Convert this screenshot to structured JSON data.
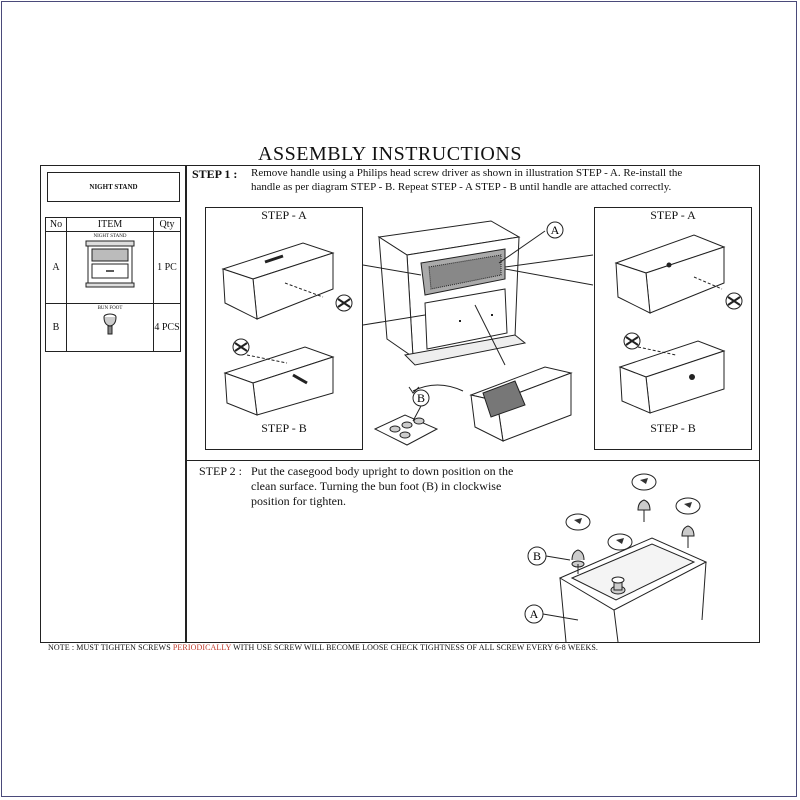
{
  "title": "ASSEMBLY  INSTRUCTIONS",
  "product_name": "NIGHT STAND",
  "parts_table": {
    "headers": [
      "No",
      "ITEM",
      "Qty"
    ],
    "rows": [
      {
        "no": "A",
        "caption": "NIGHT STAND",
        "qty": "1 PC"
      },
      {
        "no": "B",
        "caption": "BUN FOOT",
        "qty": "4 PCS"
      }
    ]
  },
  "step1": {
    "label": "STEP 1 :",
    "line1": "Remove handle using a Philips head  screw driver as shown in illustration STEP - A. Re-install the",
    "line2": "handle  as per diagram STEP - B. Repeat STEP - A STEP - B until handle are attached correctly.",
    "step_a": "STEP - A",
    "step_b": "STEP - B",
    "callout_a": "A",
    "callout_b": "B"
  },
  "step2": {
    "label": "STEP 2 :",
    "line1": "Put the casegood body upright to down position on the",
    "line2": "clean surface. Turning the bun foot (B) in clockwise",
    "line3": "position for tighten.",
    "callout_a": "A",
    "callout_b": "B"
  },
  "note": {
    "prefix": "NOTE : MUST TIGHTEN SCREWS ",
    "highlight": "PERIODICALLY",
    "suffix": " WITH USE SCREW WILL BECOME LOOSE CHECK TIGHTNESS OF ALL SCREW EVERY 6-8 WEEKS."
  },
  "colors": {
    "note_highlight": "#c0392b",
    "frame": "#4a4a7a"
  }
}
